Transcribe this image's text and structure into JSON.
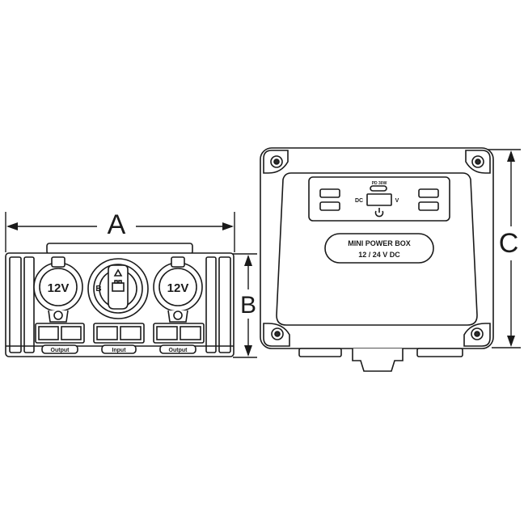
{
  "dimensions": {
    "a": "A",
    "b": "B",
    "c": "C"
  },
  "front_view": {
    "left_socket_label": "12V",
    "right_socket_label": "12V",
    "switch_marker": "B",
    "left_port_label": "Output",
    "center_port_label": "Input",
    "right_port_label": "Output"
  },
  "top_view": {
    "usb_type_c_label": "PD 30W",
    "voltmeter_dc_label": "DC",
    "voltmeter_v_label": "V",
    "power_icon": "power-icon",
    "nameplate_line1": "MINI POWER BOX",
    "nameplate_line2": "12 / 24 V DC"
  },
  "colors": {
    "line": "#1a1a1a",
    "fill": "#ffffff",
    "dark_fill": "#2b2b2b"
  }
}
